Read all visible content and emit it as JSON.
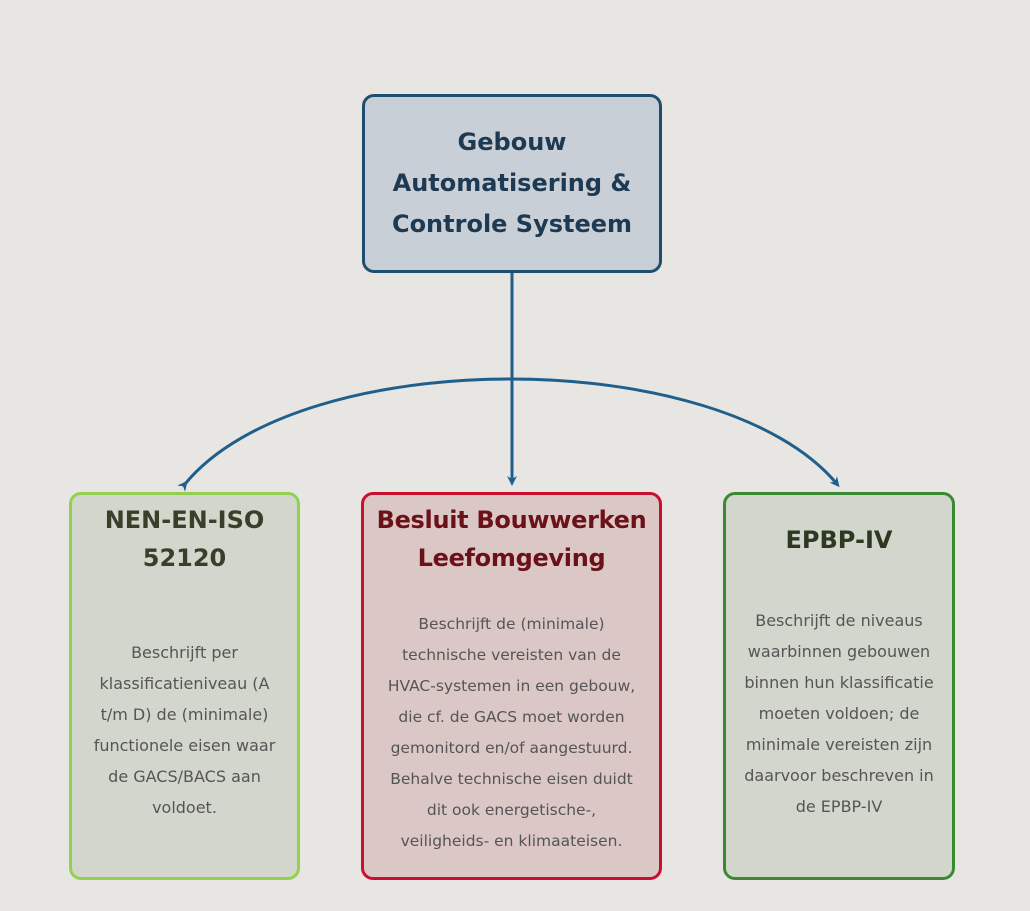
{
  "top_box": {
    "title_lines": [
      "Gebouw",
      "Automatisering &",
      "Controle Systeem"
    ]
  },
  "boxes": [
    {
      "title_lines": [
        "NEN-EN-ISO",
        "52120"
      ],
      "description_lines": [
        "Beschrijft per",
        "klassificatieniveau (A",
        "t/m D) de (minimale)",
        "functionele eisen waar",
        "de GACS/BACS aan",
        "voldoet."
      ]
    },
    {
      "title_lines": [
        "Besluit Bouwwerken",
        "Leefomgeving"
      ],
      "description_lines": [
        "Beschrijft de (minimale)",
        "technische vereisten van de",
        "HVAC-systemen in een gebouw,",
        "die cf. de GACS moet worden",
        "gemonitord en/of aangestuurd.",
        "Behalve technische eisen duidt",
        "dit ook energetische-,",
        "veiligheids- en klimaateisen."
      ]
    },
    {
      "title_lines": [
        "EPBP-IV"
      ],
      "description_lines": [
        "Beschrijft de niveaus",
        "waarbinnen gebouwen",
        "binnen hun klassificatie",
        "moeten voldoen; de",
        "minimale vereisten zijn",
        "daarvoor beschreven in",
        "de EPBP-IV"
      ]
    }
  ],
  "colors": {
    "background": "#e8e6e3",
    "connector": "#1f5f8b",
    "top_border": "#1f4e6e",
    "left_border": "#92d050",
    "middle_border": "#c8102e",
    "right_border": "#3a8a34"
  }
}
